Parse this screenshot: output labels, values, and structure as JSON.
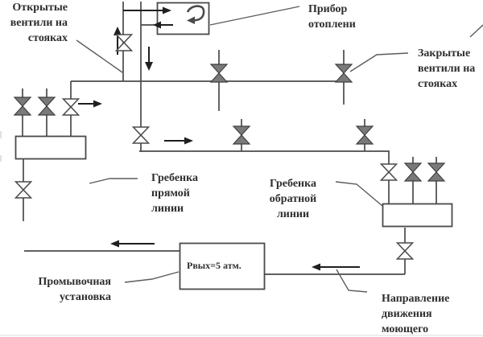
{
  "figure": {
    "type": "heating-system-flushing-schematic",
    "labels": {
      "heater": "Прибор\nотоплени",
      "open_valves": "Открытые\nвентили на\nстояках",
      "closed_valves": "Закрытые\nвентили на\nстояках",
      "supply_manifold": "Гребенка\nпрямой\nлинии",
      "return_manifold": "Гребенка\nобратной\nлинии",
      "flushing_unit": "Промывочная\nустановка",
      "flow_direction": "Направление\nдвижения\nмоющего",
      "pressure_note": "Рвых=5 атм."
    },
    "icons": {
      "open_valve": "bowtie-outline-valve-icon",
      "closed_valve": "bowtie-filled-valve-icon",
      "radiator_flow": "curved-arrow-circulation-icon"
    },
    "colors": {
      "line": "#4a4a4a",
      "leader": "#5c5c5c",
      "valve_fill": "#7a7a7a",
      "arrow": "#1f1f1f",
      "text": "#2e2e2e",
      "background": "#ffffff"
    }
  }
}
